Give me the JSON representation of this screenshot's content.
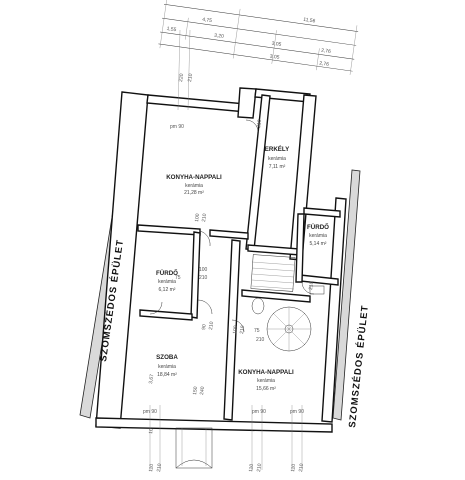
{
  "neighbours": {
    "left": "SZOMSZÉDOS ÉPÜLET",
    "right": "SZOMSZÉDOS ÉPÜLET"
  },
  "dimensions": {
    "top_total": "11,56",
    "top_a": "4,75",
    "top_b": "1,55",
    "top_c": "3,20",
    "top_d": "3,05",
    "top_e": "2,76",
    "top_f": "3,05",
    "top_g": "2,76",
    "left_220": "220",
    "left_210": "210",
    "pm_90": "pm 90",
    "d_100": "100",
    "d_210": "210",
    "d_75": "75",
    "d_90": "90",
    "d_367": "3,67",
    "d_240": "240",
    "d_150": "150",
    "d_110": "110",
    "d_10": "10"
  },
  "rooms": {
    "kitchen_upper": {
      "name": "KONYHA-NAPPALI",
      "floor": "kerámia",
      "area": "21,28 m²"
    },
    "balcony": {
      "name": "ERKÉLY",
      "floor": "kerámia",
      "area": "7,11 m²"
    },
    "bath_left": {
      "name": "FÜRDŐ",
      "floor": "kerámia",
      "area": "6,12 m²"
    },
    "bath_right": {
      "name": "FÜRDŐ",
      "floor": "kerámia",
      "area": "5,14 m²"
    },
    "room": {
      "name": "SZOBA",
      "floor": "kerámia",
      "area": "18,84 m²"
    },
    "kitchen_lower": {
      "name": "KONYHA-NAPPALI",
      "floor": "kerámia",
      "area": "15,66 m²"
    }
  },
  "colors": {
    "line": "#111111",
    "wall_fill": "#d9d9d9",
    "background": "#ffffff"
  }
}
